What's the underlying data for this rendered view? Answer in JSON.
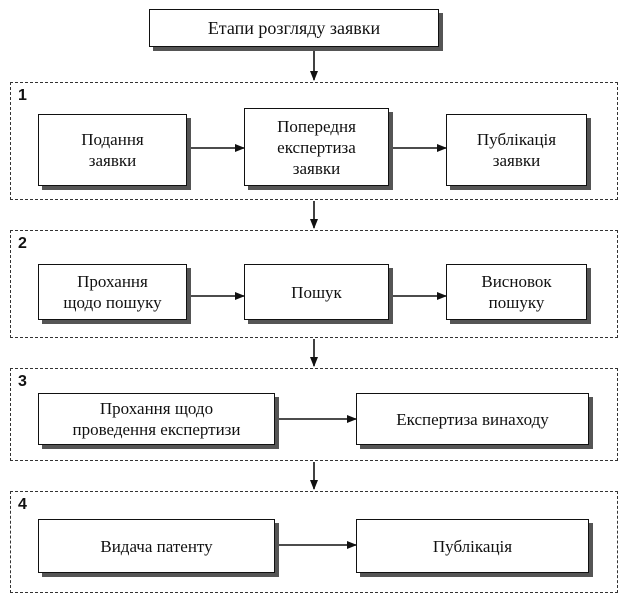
{
  "title": "Етапи розгляду заявки",
  "stages": [
    {
      "number": "1",
      "boxes": [
        "Подання\nзаявки",
        "Попередня\nекспертиза\nзаявки",
        "Публікація\nзаявки"
      ]
    },
    {
      "number": "2",
      "boxes": [
        "Прохання\nщодо пошуку",
        "Пошук",
        "Висновок\nпошуку"
      ]
    },
    {
      "number": "3",
      "boxes": [
        "Прохання щодо\nпроведення експертизи",
        "Експертиза винаходу"
      ]
    },
    {
      "number": "4",
      "boxes": [
        "Видача патенту",
        "Публікація"
      ]
    }
  ]
}
